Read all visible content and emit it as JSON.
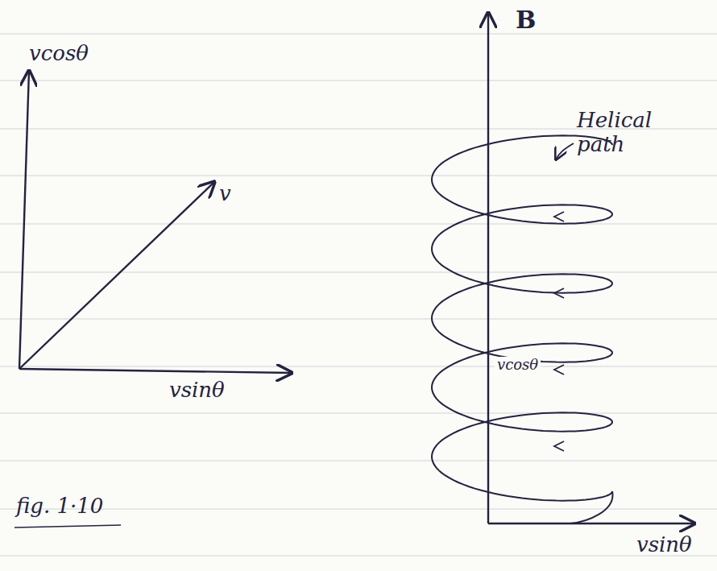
{
  "diagram": {
    "labels": [
      "vcosθ",
      "v",
      "vsinθ",
      "fig. 1·10",
      "B",
      "Helical path",
      "vcosθ",
      "vsinθ"
    ]
  }
}
